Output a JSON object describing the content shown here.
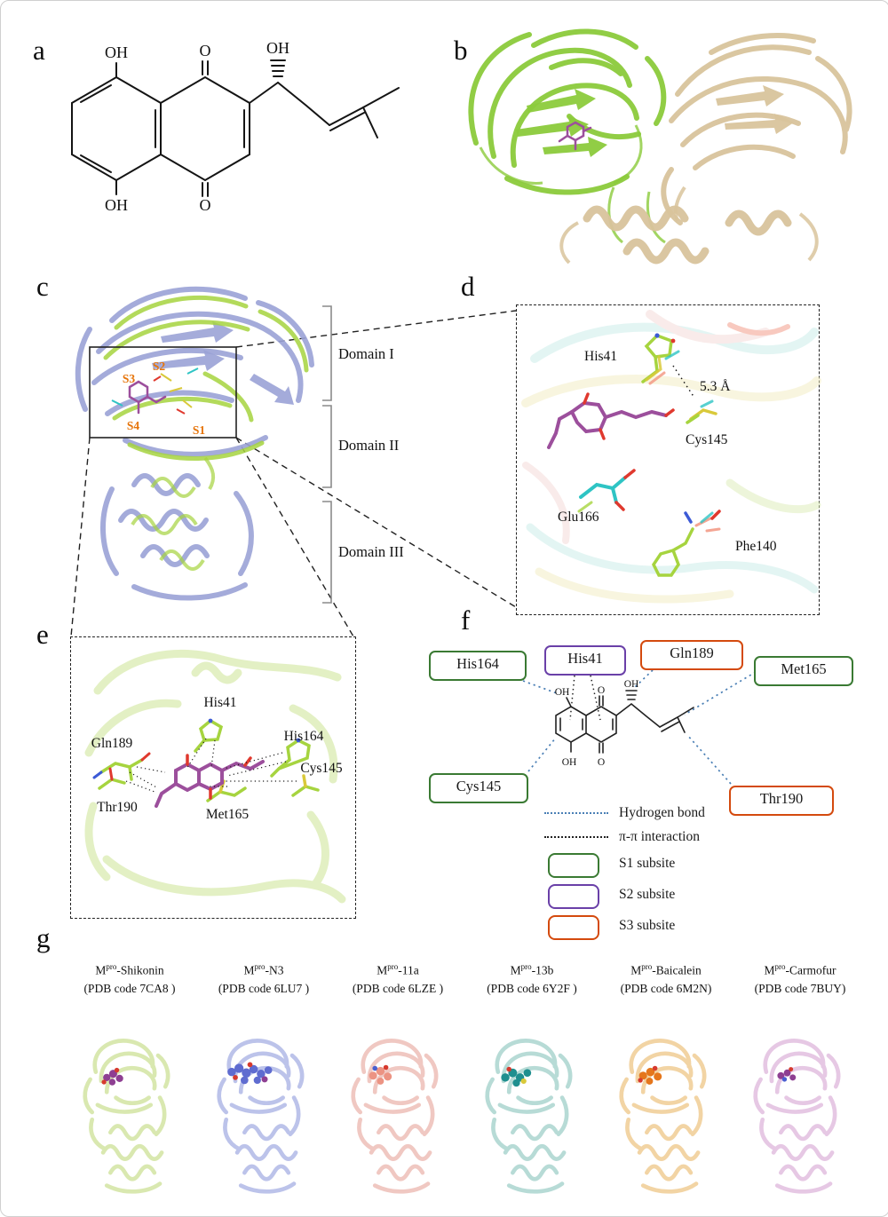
{
  "panel_labels": {
    "a": "a",
    "b": "b",
    "c": "c",
    "d": "d",
    "e": "e",
    "f": "f",
    "g": "g"
  },
  "colors": {
    "green": "#8ccb3c",
    "wheat": "#d9c49c",
    "lav": "#9ba3d6",
    "green2": "#a6d43f",
    "ligand": "#9c4f9c",
    "cyan2": "#2ec4c4",
    "yellow2": "#d9c93a",
    "salmon2": "#f29580",
    "red2": "#e0392e",
    "blue2": "#3c5ad6",
    "palegreen": "#ddedb6",
    "palecyan": "#c9ece8",
    "paleyellow": "#f2edc0",
    "palepink": "#f4d9d6",
    "orange_lbl": "#e6740a",
    "s1_green": "#3a7a33",
    "s2_purple": "#6a40a8",
    "s3_orange": "#d44a0e",
    "hbond": "#4a7fb5",
    "ink": "#1a1a1a"
  },
  "panel_a": {
    "atom_labels": [
      "OH",
      "O",
      "OH",
      "OH",
      "O"
    ]
  },
  "panel_c": {
    "subsite_labels": [
      "S2",
      "S3",
      "S4",
      "S1"
    ],
    "domain_labels": [
      "Domain I",
      "Domain II",
      "Domain III"
    ]
  },
  "panel_d": {
    "residue_labels": [
      "His41",
      "Cys145",
      "Glu166",
      "Phe140"
    ],
    "distance_label": "5.3 Å"
  },
  "panel_e": {
    "residue_labels": [
      "Gln189",
      "His41",
      "His164",
      "Cys145",
      "Thr190",
      "Met165"
    ]
  },
  "panel_f": {
    "residues": [
      {
        "label": "His164",
        "subsite": "S1"
      },
      {
        "label": "His41",
        "subsite": "S2"
      },
      {
        "label": "Gln189",
        "subsite": "S3"
      },
      {
        "label": "Met165",
        "subsite": "S1"
      },
      {
        "label": "Cys145",
        "subsite": "S1"
      },
      {
        "label": "Thr190",
        "subsite": "S3"
      }
    ],
    "atom_labels": [
      "OH",
      "O",
      "OH",
      "OH",
      "O"
    ],
    "legend": {
      "hydrogen_bond": "Hydrogen bond",
      "pi_pi": "π-π interaction",
      "s1": "S1 subsite",
      "s2": "S2 subsite",
      "s3": "S3 subsite"
    }
  },
  "panel_g": {
    "items": [
      {
        "m": "M",
        "sup": "pro",
        "rest": "-Shikonin",
        "pdb": "(PDB code 7CA8 )",
        "cartoon": "#d9e8b0",
        "ligand": "#8e3f92"
      },
      {
        "m": "M",
        "sup": "pro",
        "rest": "-N3",
        "pdb": "(PDB code 6LU7 )",
        "cartoon": "#bcc3ea",
        "ligand": "#5f6cd0"
      },
      {
        "m": "M",
        "sup": "pro",
        "rest": "-11a",
        "pdb": "(PDB code 6LZE )",
        "cartoon": "#f0c8c2",
        "ligand": "#ec9383"
      },
      {
        "m": "M",
        "sup": "pro",
        "rest": "-13b",
        "pdb": "(PDB code 6Y2F )",
        "cartoon": "#b7dbd6",
        "ligand": "#1f8f8f"
      },
      {
        "m": "M",
        "sup": "pro",
        "rest": "-Baicalein",
        "pdb": "(PDB code 6M2N)",
        "cartoon": "#f2d4a4",
        "ligand": "#e5761c"
      },
      {
        "m": "M",
        "sup": "pro",
        "rest": "-Carmofur",
        "pdb": "(PDB code 7BUY)",
        "cartoon": "#e6c8e4",
        "ligand": "#8e3f92"
      }
    ]
  }
}
